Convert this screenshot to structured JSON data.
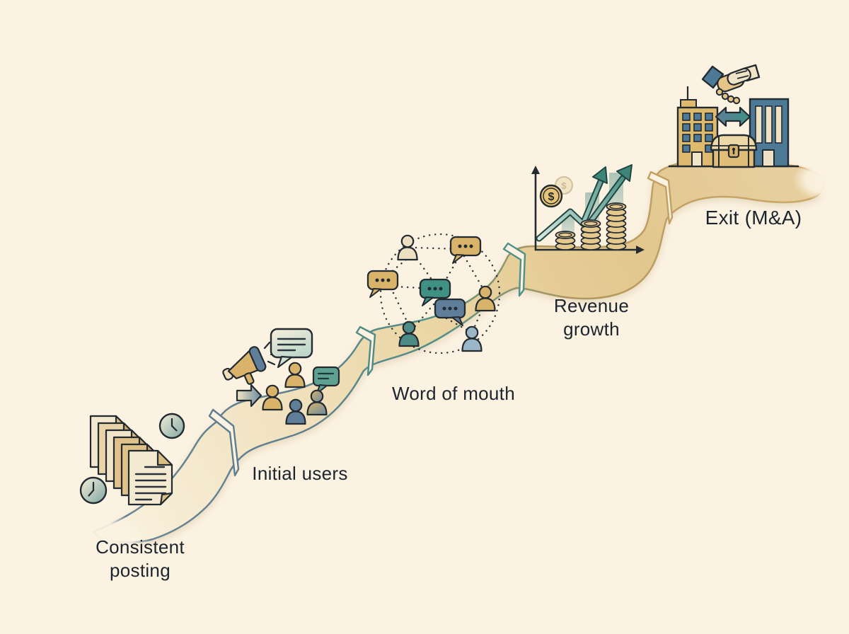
{
  "diagram": {
    "type": "startup-growth-journey-path",
    "background": "#FBF2E1",
    "label_color": "#1C242E",
    "path": {
      "style": "winding ribbon climbing from bottom-left to top-right, 5 segments separated by 4 chevron breaks",
      "fill_gradient": [
        "#FAF2E0",
        "#EBD6A6",
        "#E6CE9E"
      ],
      "edge_gradient": [
        "#5E7E90",
        "#4F9188",
        "#C9A86A"
      ]
    },
    "stages": [
      {
        "id": "consistent-posting",
        "lines": [
          "Consistent",
          "posting"
        ],
        "icons": [
          "document-stack",
          "clock",
          "clock"
        ]
      },
      {
        "id": "initial-users",
        "lines": [
          "Initial users"
        ],
        "icons": [
          "megaphone",
          "block-arrow",
          "speech-bubble-lines",
          "speech-bubble-lines-teal",
          "person-gold",
          "person-gold",
          "person-blue",
          "person-gold-blue"
        ]
      },
      {
        "id": "word-of-mouth",
        "lines": [
          "Word of mouth"
        ],
        "icons": [
          "dotted-network-circle",
          "speech-bubble-dots-gold",
          "speech-bubble-dots-gold",
          "speech-bubble-dots-teal",
          "speech-bubble-dots-blue",
          "person-cream",
          "person-gold",
          "person-teal",
          "person-lightblue"
        ]
      },
      {
        "id": "revenue-growth",
        "lines": [
          "Revenue",
          "growth"
        ],
        "coin_symbol": "$",
        "icons": [
          "chart-axes",
          "ghost-bars",
          "growth-arrow",
          "growth-arrow",
          "dollar-coin",
          "dollar-coin-ghost",
          "coin-stack-3",
          "coin-stack-5",
          "coin-stack-8"
        ]
      },
      {
        "id": "exit-ma",
        "lines": [
          "Exit (M&A)"
        ],
        "icons": [
          "handshake",
          "building-gold",
          "building-blue",
          "double-arrow",
          "treasure-chest",
          "ground-line"
        ]
      }
    ]
  }
}
